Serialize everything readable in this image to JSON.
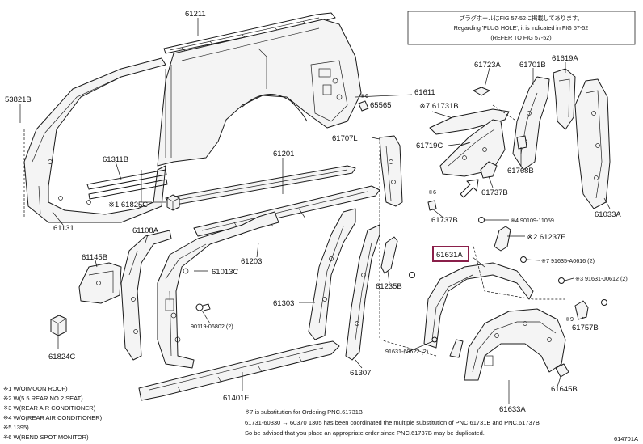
{
  "note": {
    "line1": "プラグホールはFIG 57-52に掲載してあります。",
    "line2": "Regarding 'PLUG HOLE', it is indicated in FIG 57-52",
    "line3": "(REFER TO FIG 57-52)"
  },
  "parts": [
    {
      "id": "p61211",
      "text": "61211"
    },
    {
      "id": "p53821b",
      "text": "53821B"
    },
    {
      "id": "p61611",
      "text": "61611"
    },
    {
      "id": "p65565",
      "text": "※6 65565"
    },
    {
      "id": "p61723a",
      "text": "61723A"
    },
    {
      "id": "p61701b",
      "text": "61701B"
    },
    {
      "id": "p61619a",
      "text": "61619A"
    },
    {
      "id": "p61731b",
      "text": "※7 61731B"
    },
    {
      "id": "p61707l",
      "text": "61707L"
    },
    {
      "id": "p61719c",
      "text": "61719C"
    },
    {
      "id": "p61311b",
      "text": "61311B"
    },
    {
      "id": "p61201",
      "text": "61201"
    },
    {
      "id": "p61768b",
      "text": "61768B"
    },
    {
      "id": "p61737b_top",
      "text": "61737B"
    },
    {
      "id": "p61033a",
      "text": "61033A"
    },
    {
      "id": "p61825c",
      "text": "※1 61825C"
    },
    {
      "id": "p6star",
      "text": "※6"
    },
    {
      "id": "p61737b",
      "text": "61737B"
    },
    {
      "id": "p90109",
      "text": "※4 90109-11059"
    },
    {
      "id": "p61131",
      "text": "61131"
    },
    {
      "id": "p61108a",
      "text": "61108A"
    },
    {
      "id": "p61237e",
      "text": "※2 61237E"
    },
    {
      "id": "p61145b",
      "text": "61145B"
    },
    {
      "id": "p61203",
      "text": "61203"
    },
    {
      "id": "p61631a",
      "text": "61631A"
    },
    {
      "id": "p91635",
      "text": "※7 91635-A0616 (2)"
    },
    {
      "id": "p61013c",
      "text": "61013C"
    },
    {
      "id": "p61235b",
      "text": "61235B"
    },
    {
      "id": "p91631_j",
      "text": "※3 91631-J0612 (2)"
    },
    {
      "id": "p61303",
      "text": "61303"
    },
    {
      "id": "p90119",
      "text": "90119-06802 (2)"
    },
    {
      "id": "p61757b",
      "text": "※9 61757B"
    },
    {
      "id": "p61824c",
      "text": "61824C"
    },
    {
      "id": "p91631_6",
      "text": "91631-60622 (2)"
    },
    {
      "id": "p61307",
      "text": "61307"
    },
    {
      "id": "p61645b",
      "text": "61645B"
    },
    {
      "id": "p61401f",
      "text": "61401F"
    },
    {
      "id": "p61633a",
      "text": "61633A"
    }
  ],
  "legend": [
    "※1 W/O(MOON ROOF)",
    "※2 W(5.5 REAR NO.2 SEAT)",
    "※3 W(REAR AIR CONDITIONER)",
    "※4 W/O(REAR AIR CONDITIONER)",
    "※5        1395)",
    "※6 W(REND SPOT MONITOR)"
  ],
  "footer": {
    "line1": "※7 is substitution for Ordering PNC.61731B",
    "line2": "61731-60330 → 60370 1305 has been coordinated the multiple substitution of PNC.61731B and PNC.61737B",
    "line3": "So be advised that you place an appropriate order since PNC.61737B may be duplicated.",
    "figure_id": "614701A"
  },
  "highlight_color": "#8a1f4a"
}
